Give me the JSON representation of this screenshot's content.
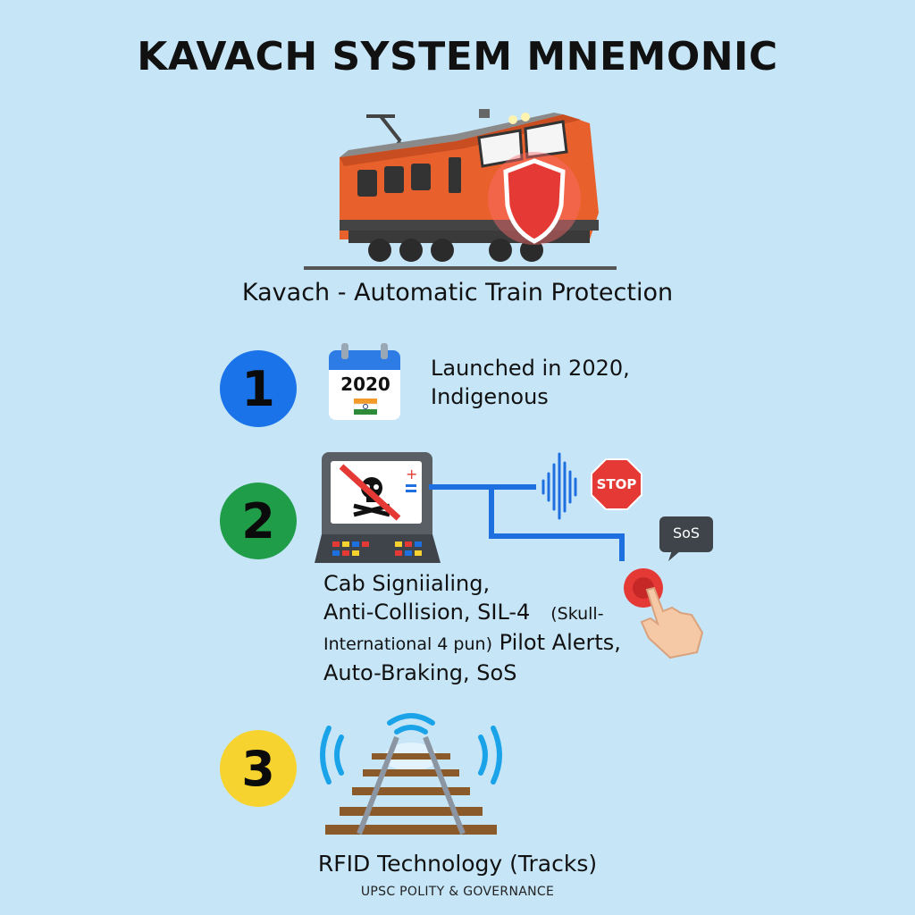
{
  "title": "KAVACH SYSTEM MNEMONIC",
  "train_caption": "Kavach - Automatic Train Protection",
  "items": [
    {
      "number": "1",
      "calendar_year": "2020",
      "lines": [
        "Launched in 2020,",
        "Indigenous"
      ]
    },
    {
      "number": "2",
      "stop_sign": "STOP",
      "sos_bubble": "SoS",
      "lines": {
        "l1": "Cab Signiialing,",
        "l2": "Anti-Collision, SIL-4",
        "l2_small": "(Skull-",
        "l3_small": "International 4 pun)",
        "l3": "Pilot Alerts,",
        "l4": "Auto-Braking, SoS"
      }
    },
    {
      "number": "3",
      "lines": [
        "RFID Technology (Tracks)"
      ]
    }
  ],
  "footer": "UPSC POLITY & GOVERNANCE",
  "colors": {
    "background": "#c6e6f8",
    "badge1": "#1a73e8",
    "badge2": "#1f9d49",
    "badge3": "#f7d330",
    "train": "#e8612c",
    "shield": "#e53935",
    "wire": "#1e6fe0"
  },
  "icons": [
    "train-icon",
    "shield-icon",
    "calendar-icon",
    "india-flag-icon",
    "console-icon",
    "skull-icon",
    "sound-wave-icon",
    "stop-sign-icon",
    "sos-bubble-icon",
    "red-button-icon",
    "hand-pointer-icon",
    "rfid-signal-icon",
    "railway-track-icon"
  ]
}
